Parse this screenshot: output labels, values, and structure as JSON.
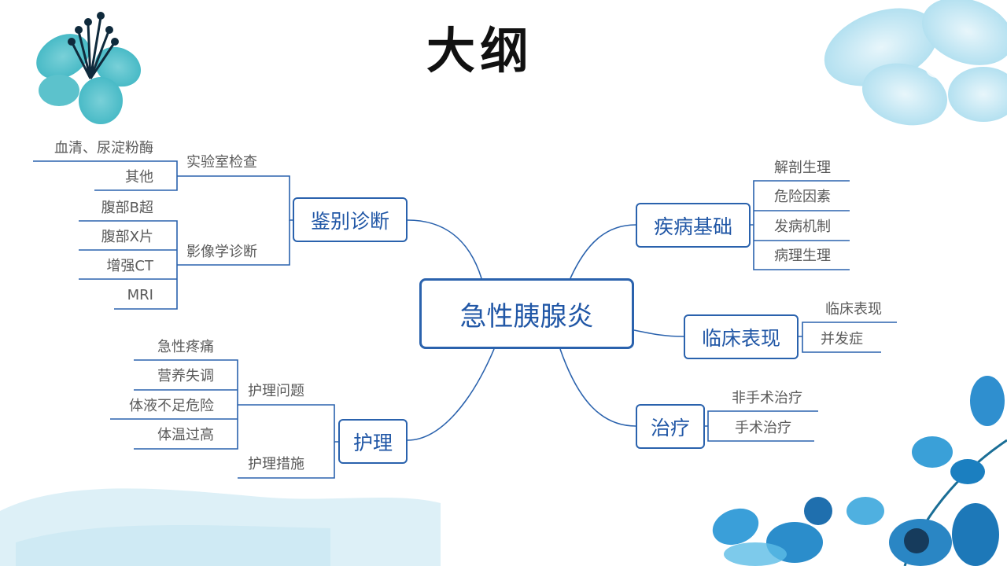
{
  "title": "大纲",
  "center": "急性胰腺炎",
  "branches": {
    "diff": {
      "label": "鉴别诊断",
      "lab": {
        "label": "实验室检查",
        "items": [
          "血清、尿淀粉酶",
          "其他"
        ]
      },
      "imaging": {
        "label": "影像学诊断",
        "items": [
          "腹部B超",
          "腹部X片",
          "增强CT",
          "MRI"
        ]
      }
    },
    "nursing": {
      "label": "护理",
      "problems": {
        "label": "护理问题",
        "items": [
          "急性疼痛",
          "营养失调",
          "体液不足危险",
          "体温过高"
        ]
      },
      "measures": {
        "label": "护理措施"
      }
    },
    "basis": {
      "label": "疾病基础",
      "items": [
        "解剖生理",
        "危险因素",
        "发病机制",
        "病理生理"
      ]
    },
    "clinical": {
      "label": "临床表现",
      "items": [
        "临床表现",
        "并发症"
      ]
    },
    "treatment": {
      "label": "治疗",
      "items": [
        "非手术治疗",
        "手术治疗"
      ]
    }
  },
  "colors": {
    "node_border": "#2a62ad",
    "node_text": "#2157a6",
    "leaf_text": "#5a5a5a",
    "line": "#2a62ad"
  }
}
